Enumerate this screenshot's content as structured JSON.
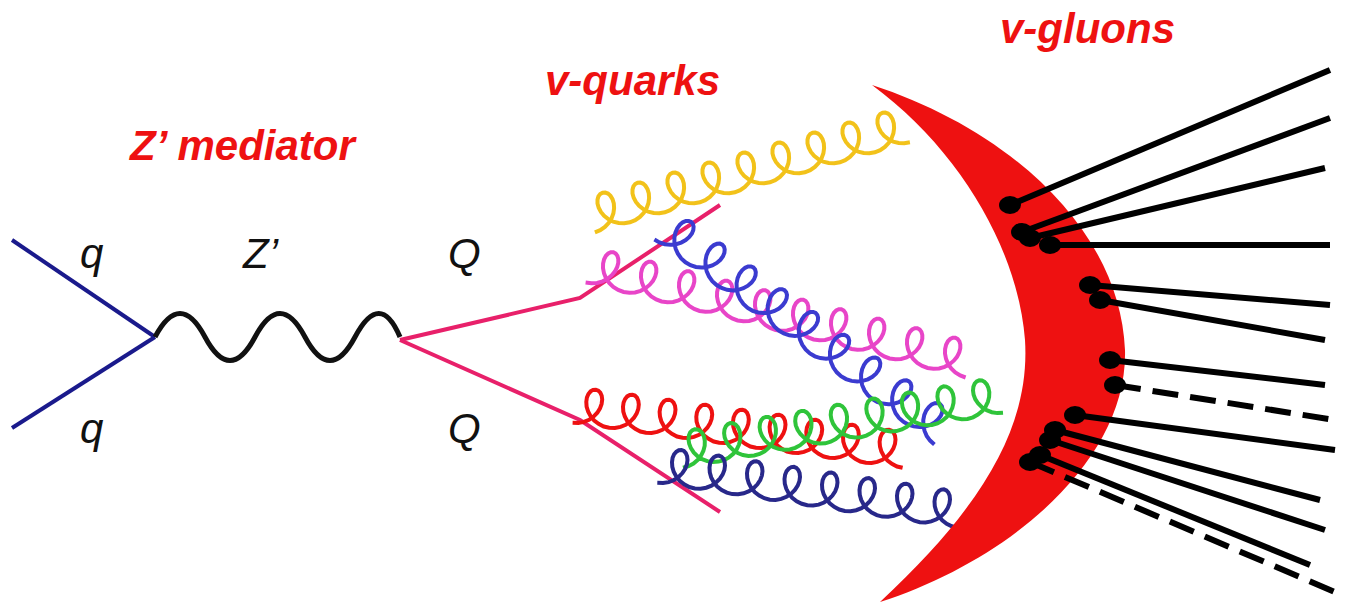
{
  "diagram": {
    "labels": [
      "v-gluons",
      "v-quarks",
      "Z’ mediator",
      "q",
      "Z’",
      "Q",
      "q",
      "Q"
    ]
  }
}
